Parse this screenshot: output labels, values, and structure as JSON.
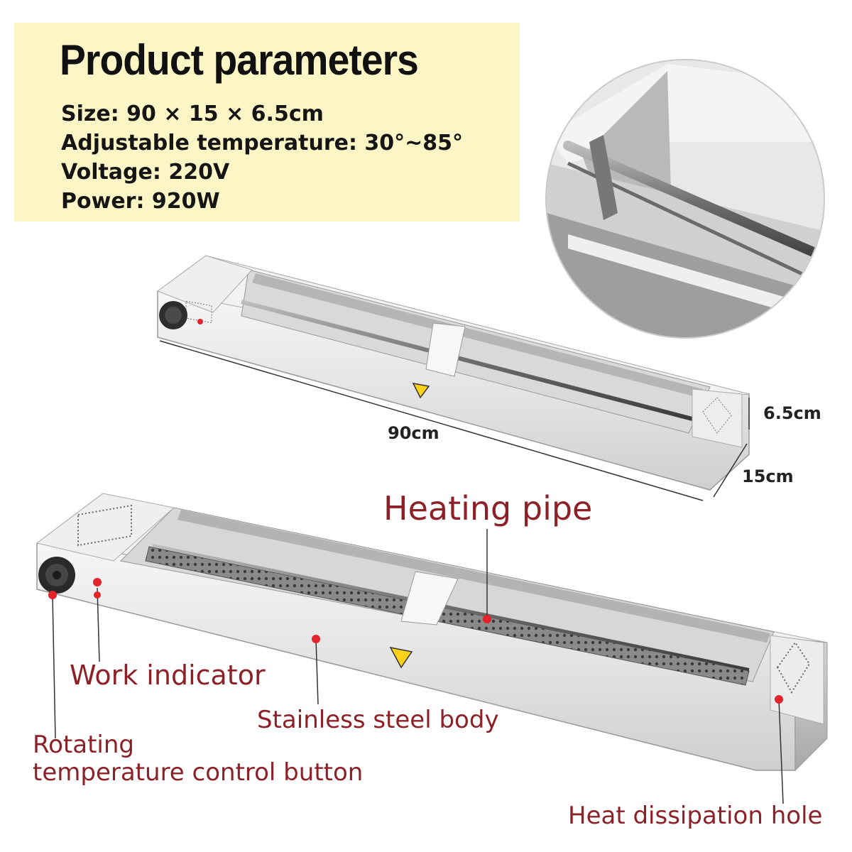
{
  "params": {
    "title": "Product parameters",
    "specs": [
      "Size: 90 × 15 × 6.5cm",
      "Adjustable temperature: 30°~85°",
      "Voltage: 220V",
      "Power: 920W"
    ]
  },
  "dimensions": {
    "length": "90cm",
    "height": "6.5cm",
    "width": "15cm"
  },
  "callouts": {
    "heating_pipe": "Heating pipe",
    "work_indicator": "Work indicator",
    "body": "Stainless steel body",
    "control_button": "Rotating\ntemperature control button",
    "heat_hole": "Heat dissipation hole"
  },
  "colors": {
    "highlight_background": "#fcf6c6",
    "callout_text": "#8c2228",
    "callout_dot": "#e3242b"
  }
}
